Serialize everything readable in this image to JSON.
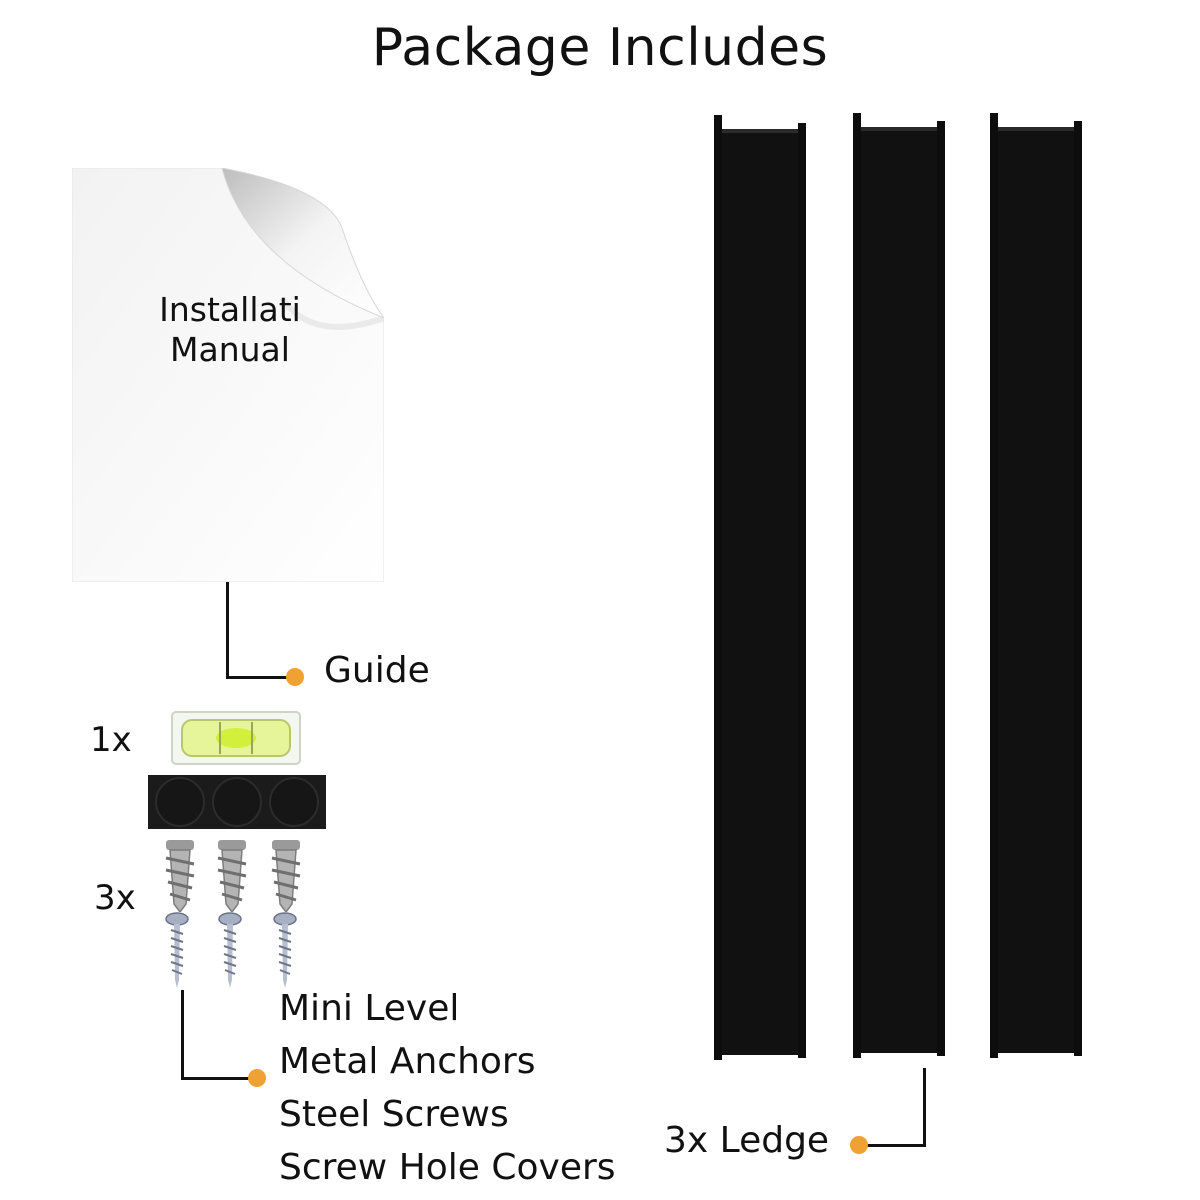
{
  "title": "Package Includes",
  "manual": {
    "line1": "Installati",
    "line2": "Manual"
  },
  "labels": {
    "guide": "Guide",
    "level_count": "1x",
    "hardware_count": "3x",
    "items": [
      "Mini Level",
      "Metal Anchors",
      "Steel Screws",
      "Screw Hole Covers"
    ],
    "ledge": "3x Ledge"
  },
  "colors": {
    "accent": "#f0a133",
    "ledge": "#0d0d0d",
    "leader": "#111111"
  },
  "icons": [
    "manual-page-icon",
    "mini-level-icon",
    "hole-cover-strip-icon",
    "metal-anchor-icon",
    "steel-screw-icon",
    "ledge-rail-icon"
  ]
}
